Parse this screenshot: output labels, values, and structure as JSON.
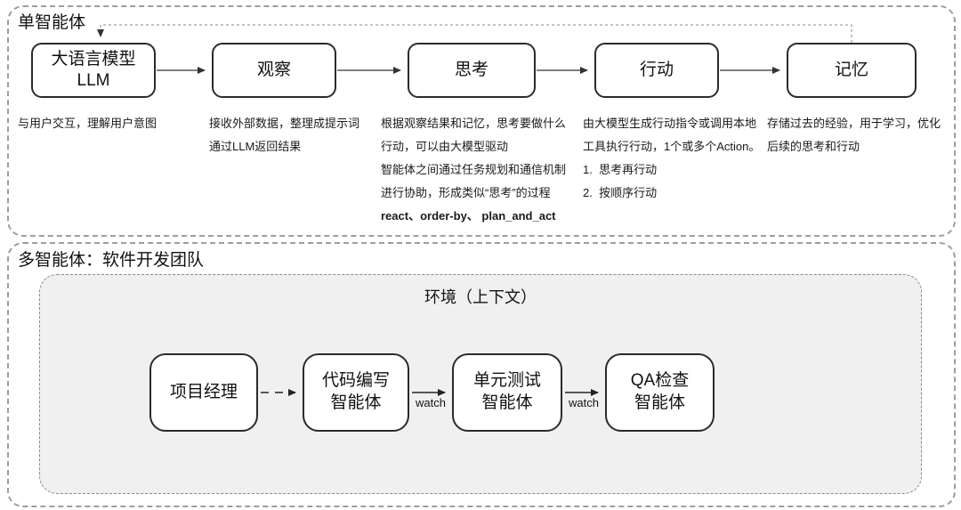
{
  "colors": {
    "box_border": "#2b2b2b",
    "dashed_container_border": "#9e9e9e",
    "environment_fill": "#f0f0f0",
    "environment_border": "#8a8a8a",
    "text": "#111111",
    "arrow": "#222222"
  },
  "single_agent": {
    "section_label": "单智能体",
    "boxes": [
      {
        "label": "大语言模型\nLLM"
      },
      {
        "label": "观察"
      },
      {
        "label": "思考"
      },
      {
        "label": "行动"
      },
      {
        "label": "记忆"
      }
    ],
    "descriptions": [
      {
        "lines": [
          "与用户交互，理解用户意图"
        ]
      },
      {
        "lines": [
          "接收外部数据，整理成提示词",
          "通过LLM返回结果"
        ]
      },
      {
        "lines": [
          "根据观察结果和记忆，思考要做什么",
          "行动，可以由大模型驱动",
          "智能体之间通过任务规划和通信机制",
          "进行协助，形成类似“思考”的过程",
          "react、order-by、 plan_and_act"
        ]
      },
      {
        "lines": [
          "由大模型生成行动指令或调用本地",
          "工具执行行动，1个或多个Action。",
          "1.  思考再行动",
          "2.  按顺序行动"
        ]
      },
      {
        "lines": [
          "存储过去的经验，用于学习，优化",
          "后续的思考和行动"
        ]
      }
    ]
  },
  "multi_agent": {
    "section_label": "多智能体：软件开发团队",
    "environment_label": "环境（上下文）",
    "boxes": [
      {
        "label": "项目经理"
      },
      {
        "label": "代码编写\n智能体"
      },
      {
        "label": "单元测试\n智能体"
      },
      {
        "label": "QA检查\n智能体"
      }
    ],
    "watch_label": "watch"
  }
}
